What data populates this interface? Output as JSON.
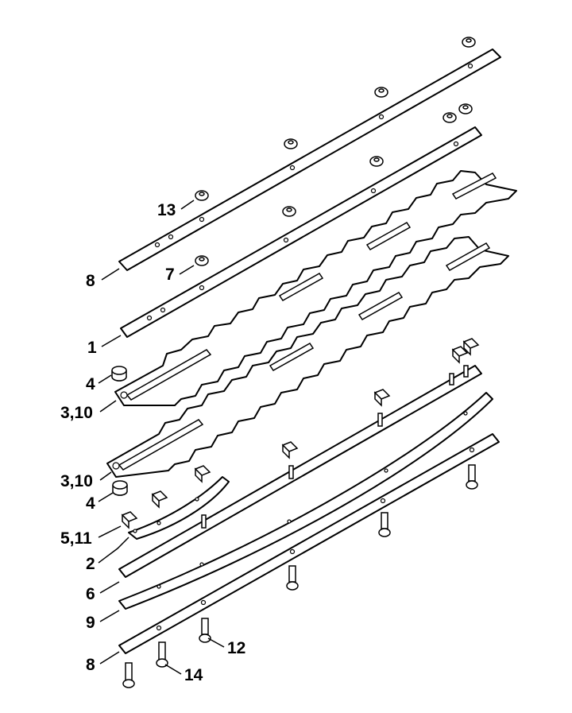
{
  "callouts": {
    "c13": "13",
    "c8_top": "8",
    "c7": "7",
    "c1": "1",
    "c4_top": "4",
    "c310_top": "3,10",
    "c310_bottom": "3,10",
    "c4_bottom": "4",
    "c511": "5,11",
    "c2": "2",
    "c6": "6",
    "c9": "9",
    "c8_bottom": "8",
    "c12": "12",
    "c14": "14"
  },
  "colors": {
    "ink": "#000000",
    "paper": "#ffffff"
  }
}
